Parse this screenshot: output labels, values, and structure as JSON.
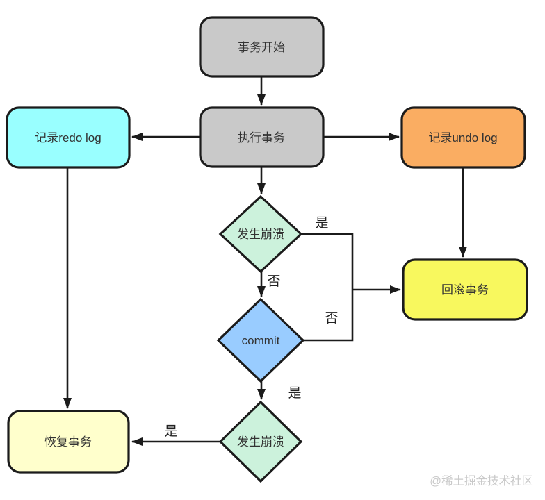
{
  "diagram": {
    "nodes": {
      "start": {
        "label": "事务开始",
        "fill": "#c9c9c9"
      },
      "execute": {
        "label": "执行事务",
        "fill": "#c9c9c9"
      },
      "redo_log": {
        "label": "记录redo log",
        "fill": "#99ffff"
      },
      "undo_log": {
        "label": "记录undo log",
        "fill": "#faad62"
      },
      "crash_check_1": {
        "label": "发生崩溃",
        "fill": "#ccf2dc"
      },
      "commit": {
        "label": "commit",
        "fill": "#99ccff"
      },
      "rollback": {
        "label": "回滚事务",
        "fill": "#f8f85e"
      },
      "recover": {
        "label": "恢复事务",
        "fill": "#ffffcc"
      },
      "crash_check_2": {
        "label": "发生崩溃",
        "fill": "#ccf2dc"
      }
    },
    "edge_labels": {
      "crash1_yes": "是",
      "crash1_no": "否",
      "commit_no": "否",
      "commit_yes": "是",
      "crash2_yes": "是"
    },
    "watermark": "@稀土掘金技术社区"
  }
}
